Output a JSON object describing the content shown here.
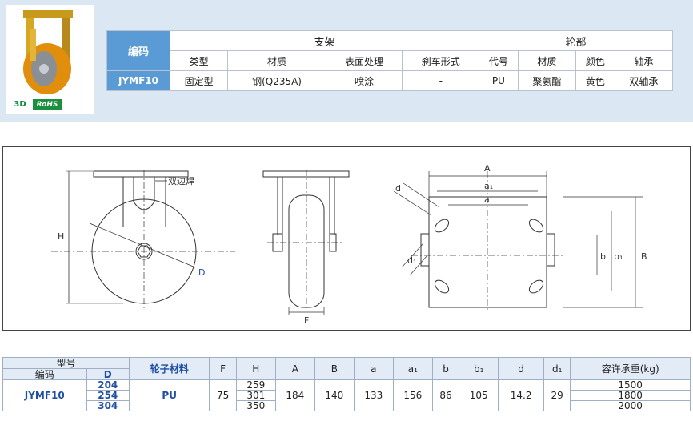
{
  "badges": {
    "three_d": "3D",
    "rohs": "RoHS"
  },
  "spec_table": {
    "code_header": "编码",
    "bracket_header": "支架",
    "wheel_header": "轮部",
    "bracket_cols": [
      "类型",
      "材质",
      "表面处理",
      "刹车形式"
    ],
    "wheel_cols": [
      "代号",
      "材质",
      "颜色",
      "轴承"
    ],
    "row": {
      "code": "JYMF10",
      "type": "固定型",
      "material": "钢(Q235A)",
      "surface": "喷涂",
      "brake": "-",
      "wheel_code": "PU",
      "wheel_material": "聚氨酯",
      "color": "黄色",
      "bearing": "双轴承"
    }
  },
  "drawing": {
    "weld_label": "双边焊",
    "H": "H",
    "D": "D",
    "F": "F",
    "A": "A",
    "a1": "a₁",
    "a": "a",
    "B": "B",
    "b1": "b₁",
    "b": "b",
    "d": "d",
    "d1": "d₁"
  },
  "dim_table": {
    "headers": {
      "model": "型号",
      "code": "编码",
      "D": "D",
      "wheel_material": "轮子材料",
      "F": "F",
      "H": "H",
      "A": "A",
      "B": "B",
      "a": "a",
      "a1": "a₁",
      "b": "b",
      "b1": "b₁",
      "d": "d",
      "d1": "d₁",
      "load": "容许承重(kg)"
    },
    "code": "JYMF10",
    "wheel_material": "PU",
    "F": "75",
    "A": "184",
    "B": "140",
    "a": "133",
    "a1": "156",
    "b": "86",
    "b1": "105",
    "d": "14.2",
    "d1": "29",
    "rows": [
      {
        "D": "204",
        "H": "259",
        "load": "1500"
      },
      {
        "D": "254",
        "H": "301",
        "load": "1800"
      },
      {
        "D": "304",
        "H": "350",
        "load": "2000"
      }
    ]
  }
}
